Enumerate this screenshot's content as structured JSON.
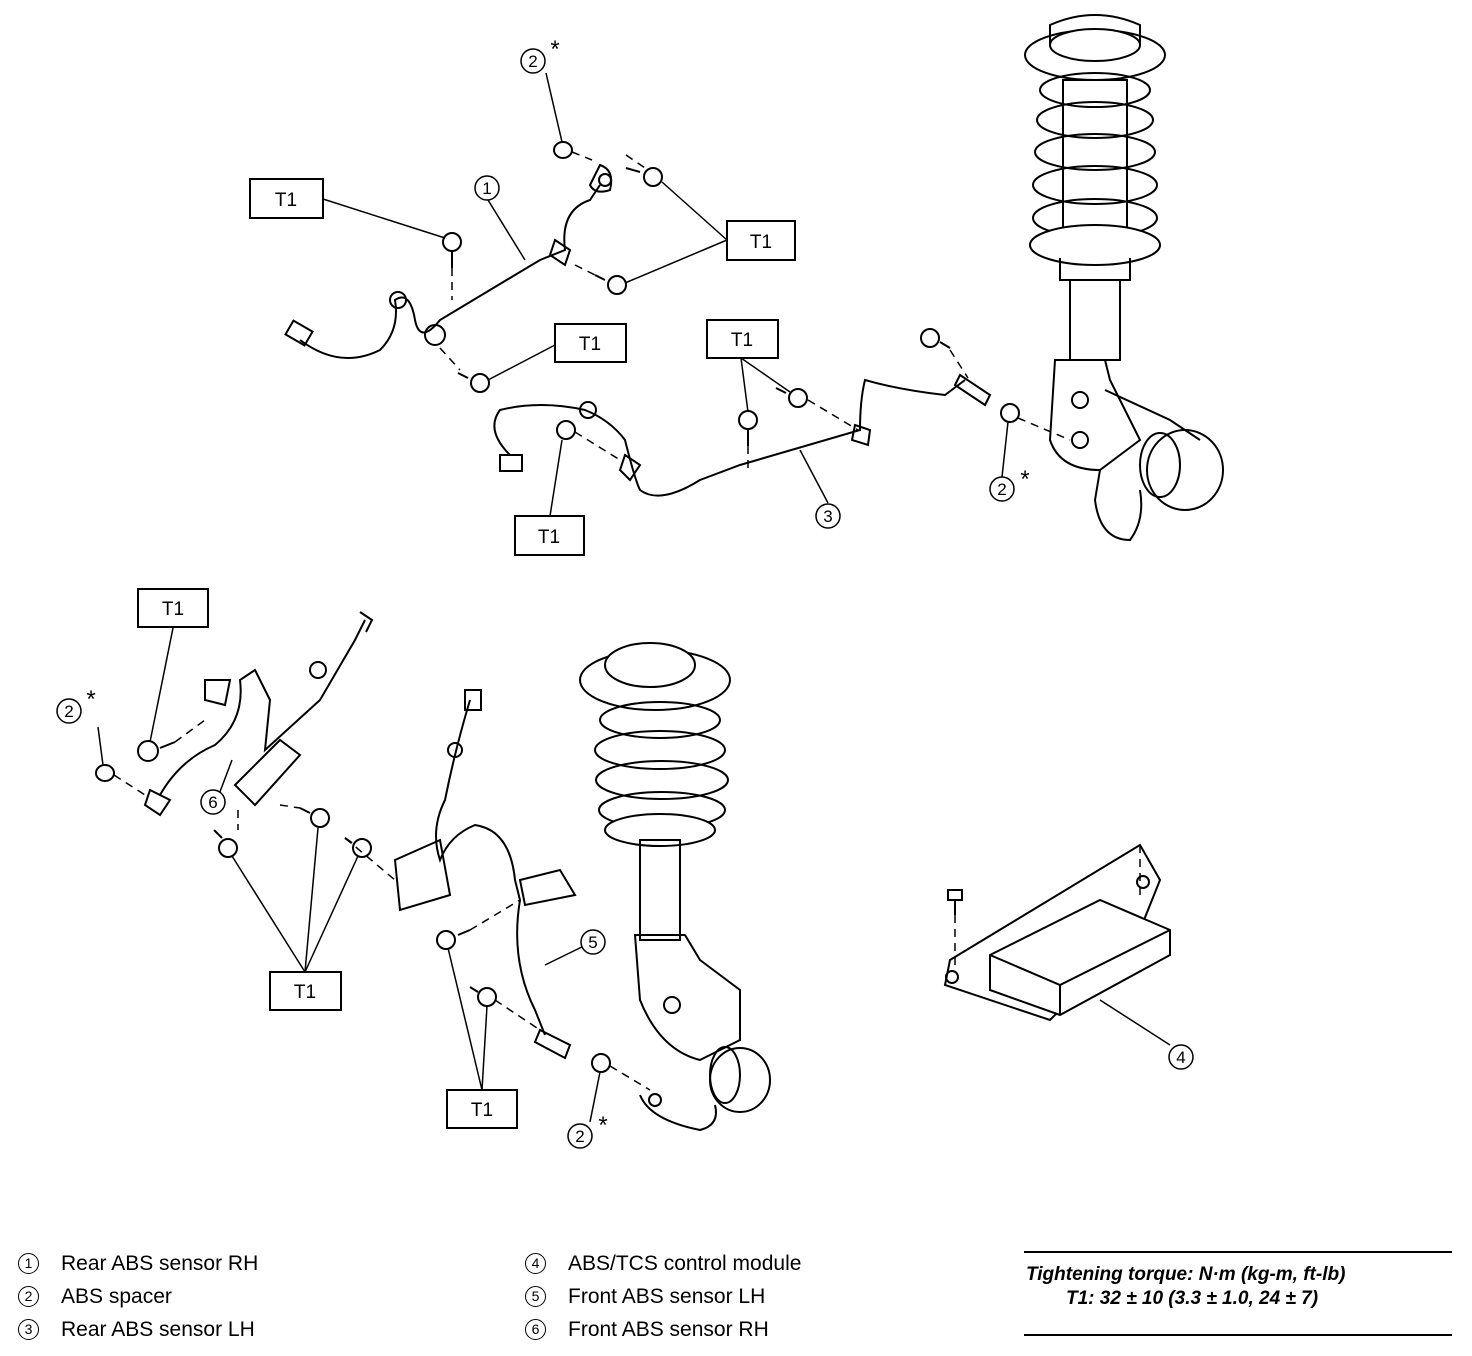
{
  "callouts": {
    "torque_tag": "T1",
    "ref_1": "1",
    "ref_2": "2",
    "ref_3": "3",
    "ref_4": "4",
    "ref_5": "5",
    "ref_6": "6",
    "asterisk": "*"
  },
  "legend": [
    {
      "num": "1",
      "label": "Rear ABS sensor RH"
    },
    {
      "num": "2",
      "label": "ABS spacer"
    },
    {
      "num": "3",
      "label": "Rear ABS sensor LH"
    },
    {
      "num": "4",
      "label": "ABS/TCS control module"
    },
    {
      "num": "5",
      "label": "Front ABS sensor LH"
    },
    {
      "num": "6",
      "label": "Front ABS sensor RH"
    }
  ],
  "torque_spec": {
    "heading": "Tightening torque: N·m (kg-m, ft-lb)",
    "value": "T1: 32 ± 10 (3.3 ± 1.0, 24 ± 7)"
  }
}
